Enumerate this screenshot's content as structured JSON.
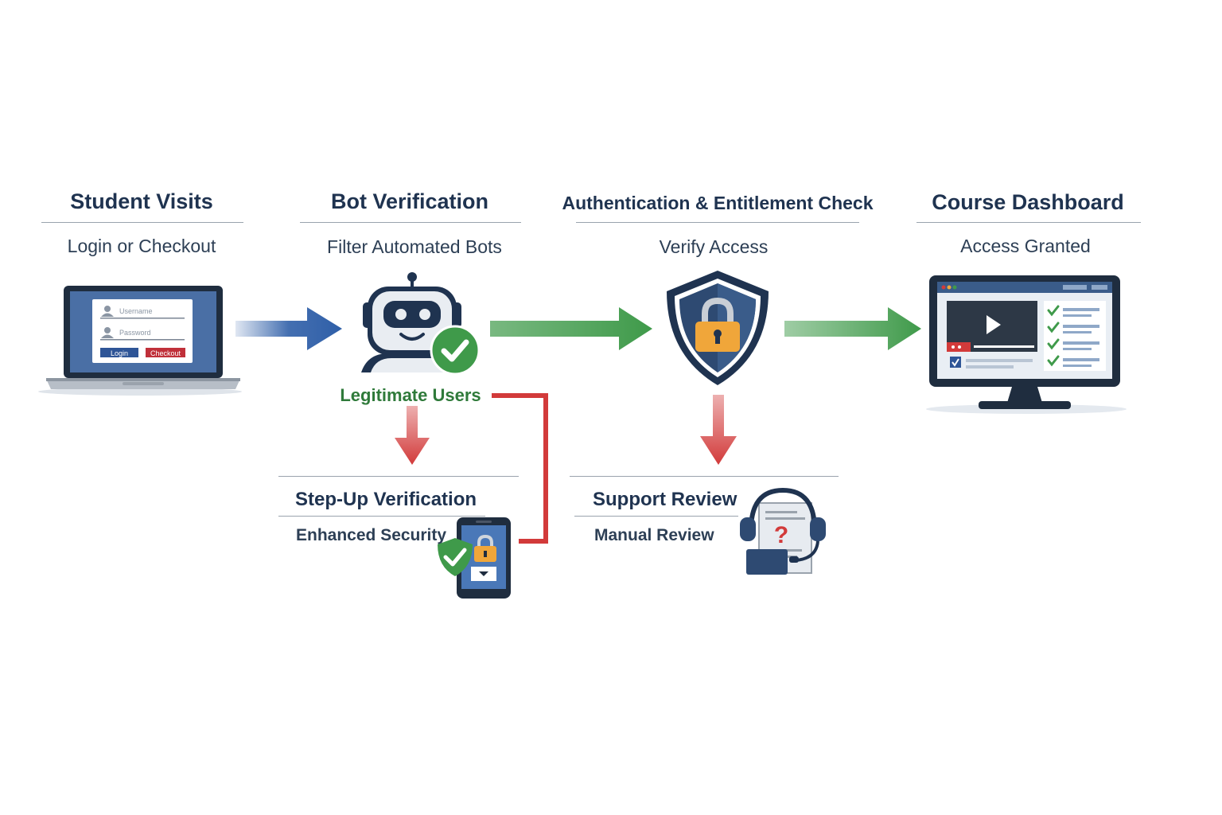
{
  "stages": [
    {
      "title": "Student Visits",
      "subtitle": "Login or Checkout"
    },
    {
      "title": "Bot Verification",
      "subtitle": "Filter Automated Bots"
    },
    {
      "title": "Authentication & Entitlement Check",
      "subtitle": "Verify Access"
    },
    {
      "title": "Course Dashboard",
      "subtitle": "Access Granted"
    }
  ],
  "laptop": {
    "username_placeholder": "Username",
    "password_placeholder": "Password",
    "login_label": "Login",
    "checkout_label": "Checkout"
  },
  "legitimate_label": "Legitimate Users",
  "branches": {
    "step_up": {
      "title": "Step-Up Verification",
      "subtitle": "Enhanced Security"
    },
    "support": {
      "title": "Support Review",
      "subtitle": "Manual Review"
    }
  },
  "icons": [
    "laptop-icon",
    "robot-icon",
    "check-badge-icon",
    "shield-lock-icon",
    "monitor-dashboard-icon",
    "phone-lock-icon",
    "headset-icon"
  ],
  "colors": {
    "blue_arrow": "#2f5fa8",
    "green_arrow": "#3f9a4a",
    "red_arrow": "#d23a3a",
    "navy": "#1f3350"
  }
}
